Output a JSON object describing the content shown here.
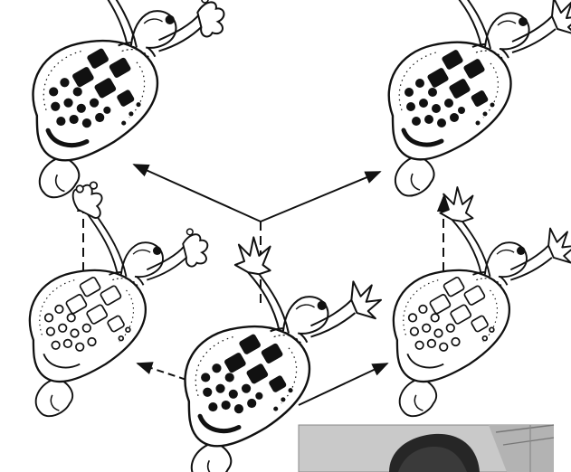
{
  "figure": {
    "colors": {
      "ink": "#111111",
      "paper": "#ffffff",
      "photo_sky": "#c9c9c9",
      "photo_dark": "#262626"
    },
    "figures": [
      {
        "id": "top-left",
        "pattern": "dark",
        "fingers": "round"
      },
      {
        "id": "top-right",
        "pattern": "dark",
        "fingers": "pointed"
      },
      {
        "id": "middle-left",
        "pattern": "outline",
        "fingers": "round"
      },
      {
        "id": "middle-right",
        "pattern": "outline",
        "fingers": "pointed"
      },
      {
        "id": "bottom-center",
        "pattern": "dark",
        "fingers": "pointed"
      }
    ],
    "arrows": [
      {
        "id": "center-to-top-left",
        "style": "solid"
      },
      {
        "id": "center-to-top-right",
        "style": "solid"
      },
      {
        "id": "bottom-to-middle-left",
        "style": "dashed"
      },
      {
        "id": "bottom-to-middle-right",
        "style": "solid"
      },
      {
        "id": "middle-left-to-top-left",
        "style": "dashed"
      },
      {
        "id": "middle-right-to-top-right",
        "style": "dashed"
      }
    ],
    "photo": {
      "subject": "person-photo"
    }
  }
}
